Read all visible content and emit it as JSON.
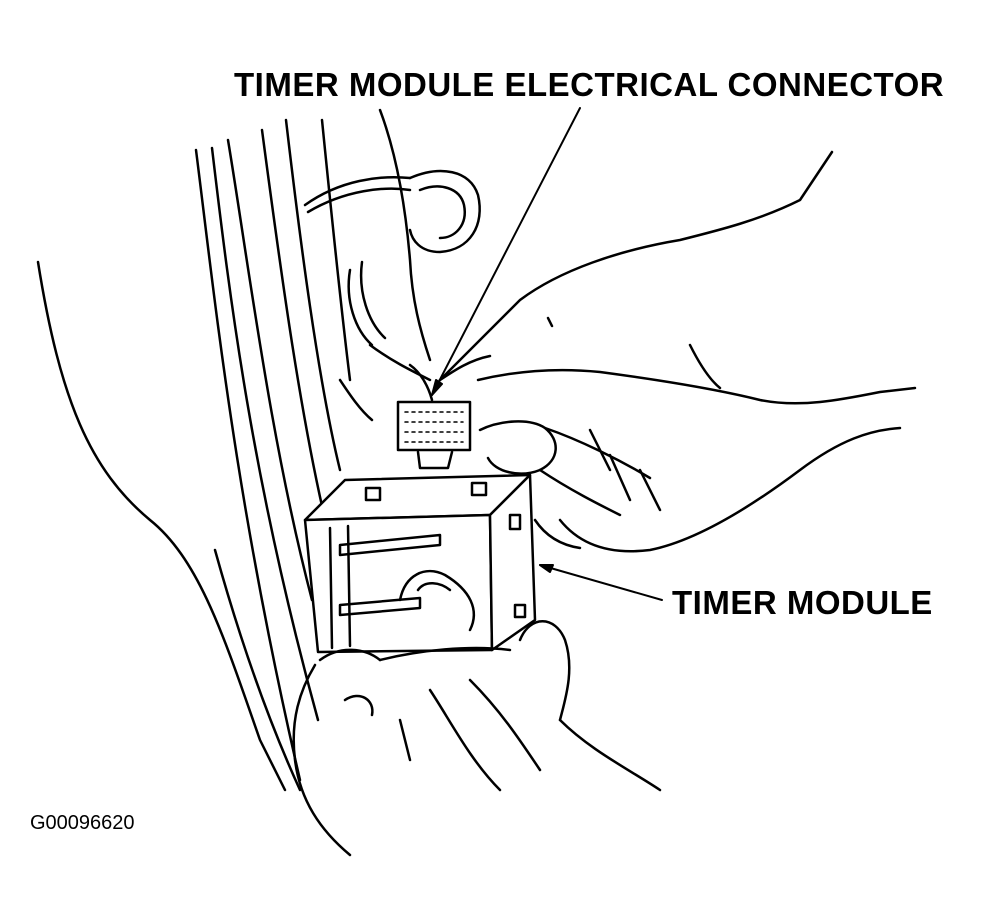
{
  "labels": {
    "connector": "TIMER MODULE ELECTRICAL CONNECTOR",
    "module": "TIMER MODULE"
  },
  "figure_id": "G00096620",
  "colors": {
    "ink": "#000000",
    "background": "#ffffff"
  }
}
